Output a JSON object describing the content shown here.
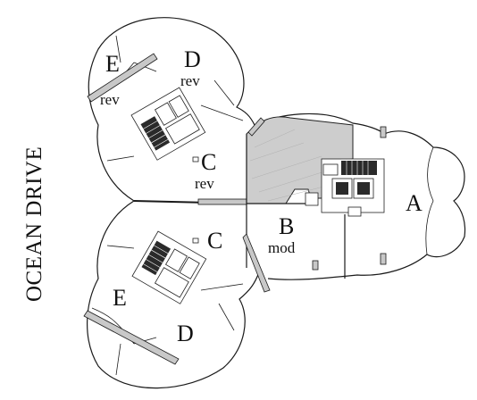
{
  "street_label": "OCEAN DRIVE",
  "units": [
    {
      "id": "E-upper",
      "letter": "E",
      "sub": "rev"
    },
    {
      "id": "D-upper",
      "letter": "D",
      "sub": "rev"
    },
    {
      "id": "C-upper",
      "letter": "C",
      "sub": "rev"
    },
    {
      "id": "C-lower",
      "letter": "C",
      "sub": ""
    },
    {
      "id": "B",
      "letter": "B",
      "sub": "mod"
    },
    {
      "id": "A",
      "letter": "A",
      "sub": ""
    },
    {
      "id": "E-lower",
      "letter": "E",
      "sub": ""
    },
    {
      "id": "D-lower",
      "letter": "D",
      "sub": ""
    }
  ],
  "colors": {
    "wall": "#1a1a1a",
    "shaded_unit": "#cdcdcd",
    "band": "#c8c8c8"
  }
}
